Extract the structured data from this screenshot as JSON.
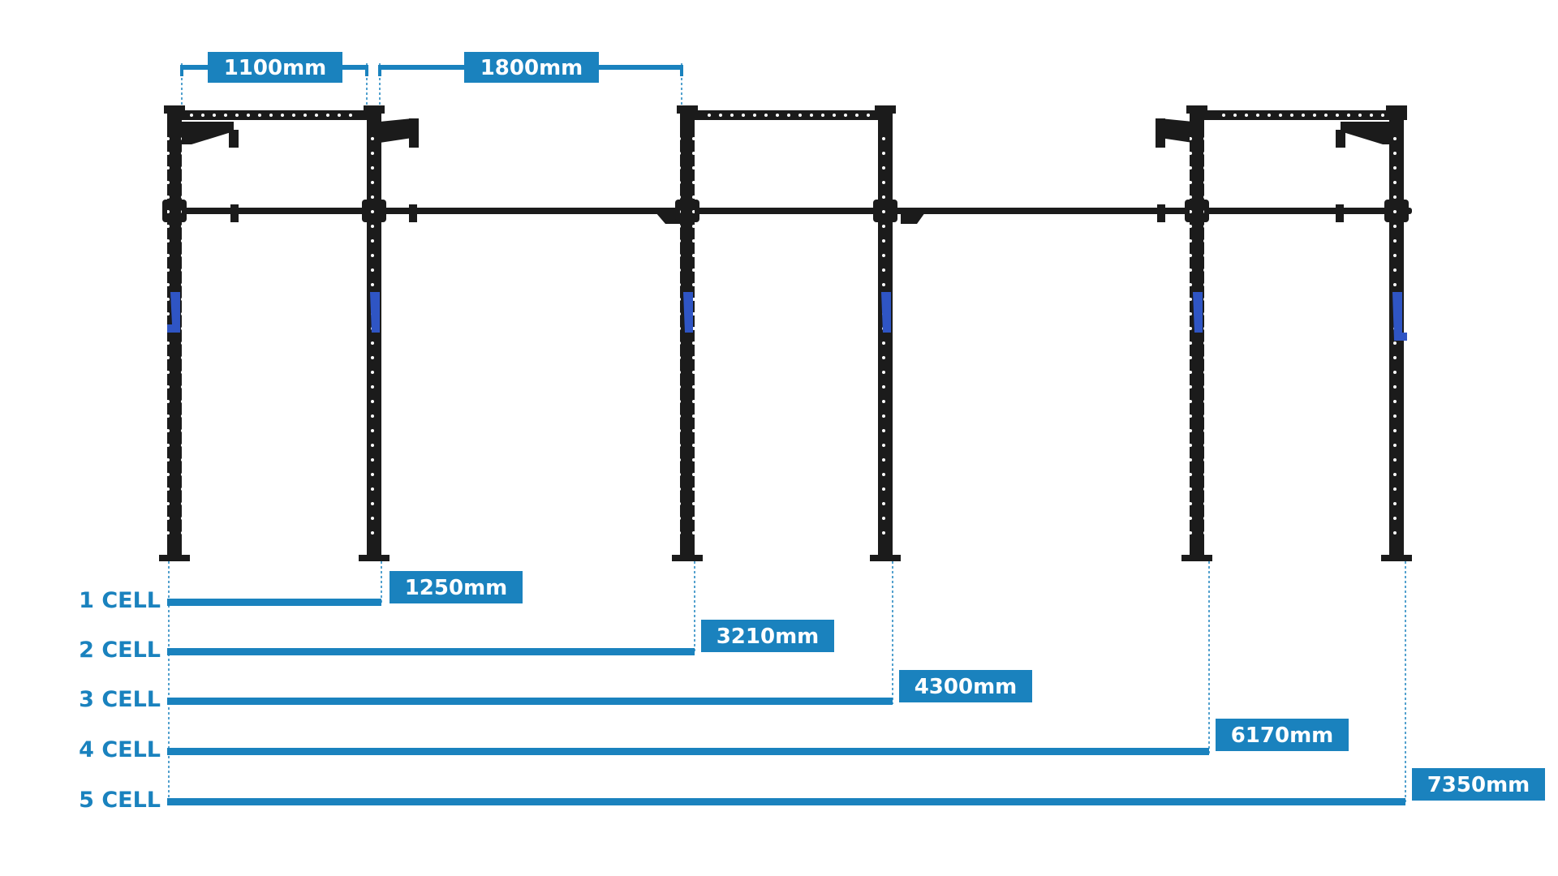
{
  "colors": {
    "accent": "#1a82be",
    "frame": "#1b1b1b",
    "hole": "#ffffff",
    "handle": "#2f55c4",
    "label_text": "#ffffff"
  },
  "top_dimensions": [
    {
      "label": "1100mm"
    },
    {
      "label": "1800mm"
    }
  ],
  "cells": [
    {
      "name": "1 CELL",
      "length": "1250mm"
    },
    {
      "name": "2 CELL",
      "length": "3210mm"
    },
    {
      "name": "3 CELL",
      "length": "4300mm"
    },
    {
      "name": "4 CELL",
      "length": "6170mm"
    },
    {
      "name": "5 CELL",
      "length": "7350mm"
    }
  ]
}
